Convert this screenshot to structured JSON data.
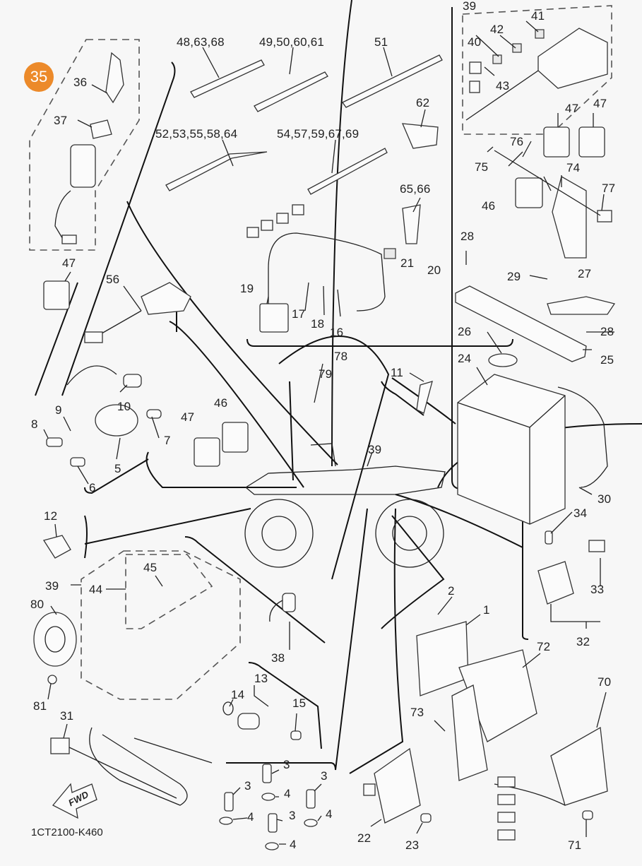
{
  "diagram": {
    "title_code": "1CT2100-K460",
    "highlight_badge": {
      "label": "35",
      "color": "#ec8a2a"
    },
    "direction_arrow": "FWD",
    "callouts": [
      {
        "id": "c36",
        "label": "36",
        "part": "main-switch-key"
      },
      {
        "id": "c37",
        "label": "37",
        "part": "nut"
      },
      {
        "id": "c47a",
        "label": "47",
        "part": "relay"
      },
      {
        "id": "c48",
        "label": "48,63,68",
        "part": "cable-tie"
      },
      {
        "id": "c49",
        "label": "49,50,60,61",
        "part": "cable-tie"
      },
      {
        "id": "c51",
        "label": "51",
        "part": "cable-tie-long"
      },
      {
        "id": "c52",
        "label": "52,53,55,58,64",
        "part": "cable-tie-clip"
      },
      {
        "id": "c54",
        "label": "54,57,59,67,69",
        "part": "cable-tie-holder"
      },
      {
        "id": "c62",
        "label": "62",
        "part": "clamp"
      },
      {
        "id": "c6566",
        "label": "65,66",
        "part": "clamp"
      },
      {
        "id": "c19",
        "label": "19",
        "part": "ignition-coil"
      },
      {
        "id": "c17",
        "label": "17",
        "part": "bracket"
      },
      {
        "id": "c18",
        "label": "18",
        "part": "washer"
      },
      {
        "id": "c16",
        "label": "16",
        "part": "bolt"
      },
      {
        "id": "c21",
        "label": "21",
        "part": "fuse"
      },
      {
        "id": "c20",
        "label": "20",
        "part": "fuse-holder-assy"
      },
      {
        "id": "c39a",
        "label": "39",
        "part": "wire-harness"
      },
      {
        "id": "c41",
        "label": "41",
        "part": "fuse"
      },
      {
        "id": "c42",
        "label": "42",
        "part": "fuse"
      },
      {
        "id": "c40",
        "label": "40",
        "part": "fuse"
      },
      {
        "id": "c43",
        "label": "43",
        "part": "relay"
      },
      {
        "id": "c47b",
        "label": "47",
        "part": "relay"
      },
      {
        "id": "c47c",
        "label": "47",
        "part": "relay"
      },
      {
        "id": "c76",
        "label": "76",
        "part": "band"
      },
      {
        "id": "c75",
        "label": "75",
        "part": "screw"
      },
      {
        "id": "c74",
        "label": "74",
        "part": "bracket"
      },
      {
        "id": "c46a",
        "label": "46",
        "part": "relay"
      },
      {
        "id": "c77",
        "label": "77",
        "part": "coupler"
      },
      {
        "id": "c28a",
        "label": "28",
        "part": "bolt"
      },
      {
        "id": "c29",
        "label": "29",
        "part": "screw"
      },
      {
        "id": "c27",
        "label": "27",
        "part": "cover"
      },
      {
        "id": "c28b",
        "label": "28",
        "part": "bolt"
      },
      {
        "id": "c26",
        "label": "26",
        "part": "cap"
      },
      {
        "id": "c25",
        "label": "25",
        "part": "battery-band"
      },
      {
        "id": "c24",
        "label": "24",
        "part": "battery"
      },
      {
        "id": "c30",
        "label": "30",
        "part": "battery-cable"
      },
      {
        "id": "c56",
        "label": "56",
        "part": "indicator-light"
      },
      {
        "id": "c78",
        "label": "78",
        "part": "lead"
      },
      {
        "id": "c79",
        "label": "79",
        "part": "cap"
      },
      {
        "id": "c11",
        "label": "11",
        "part": "glow-plug"
      },
      {
        "id": "c10",
        "label": "10",
        "part": "cap"
      },
      {
        "id": "c9",
        "label": "9",
        "part": "washer"
      },
      {
        "id": "c8",
        "label": "8",
        "part": "bolt"
      },
      {
        "id": "c7",
        "label": "7",
        "part": "collar"
      },
      {
        "id": "c5",
        "label": "5",
        "part": "ignition-coil"
      },
      {
        "id": "c6",
        "label": "6",
        "part": "bolt"
      },
      {
        "id": "c47d",
        "label": "47",
        "part": "relay"
      },
      {
        "id": "c46b",
        "label": "46",
        "part": "relay"
      },
      {
        "id": "c39b",
        "label": "39",
        "part": "wire-harness"
      },
      {
        "id": "c12",
        "label": "12",
        "part": "neutral-switch"
      },
      {
        "id": "c34",
        "label": "34",
        "part": "bolt"
      },
      {
        "id": "c33",
        "label": "33",
        "part": "fuse"
      },
      {
        "id": "c32",
        "label": "32",
        "part": "starter-relay-assy"
      },
      {
        "id": "c45",
        "label": "45",
        "part": "connector"
      },
      {
        "id": "c39c",
        "label": "39",
        "part": "wire-harness"
      },
      {
        "id": "c44",
        "label": "44",
        "part": "sub-lead"
      },
      {
        "id": "c80",
        "label": "80",
        "part": "horn"
      },
      {
        "id": "c81",
        "label": "81",
        "part": "bolt"
      },
      {
        "id": "c38",
        "label": "38",
        "part": "brake-switch"
      },
      {
        "id": "c2",
        "label": "2",
        "part": "screw"
      },
      {
        "id": "c1",
        "label": "1",
        "part": "cdi-unit"
      },
      {
        "id": "c72",
        "label": "72",
        "part": "bracket"
      },
      {
        "id": "c70",
        "label": "70",
        "part": "ecu"
      },
      {
        "id": "c13",
        "label": "13",
        "part": "speed-sensor"
      },
      {
        "id": "c14",
        "label": "14",
        "part": "o-ring"
      },
      {
        "id": "c15",
        "label": "15",
        "part": "bolt"
      },
      {
        "id": "c73",
        "label": "73",
        "part": "bolt"
      },
      {
        "id": "c31",
        "label": "31",
        "part": "wire-lead"
      },
      {
        "id": "c3a",
        "label": "3",
        "part": "sensor"
      },
      {
        "id": "c3b",
        "label": "3",
        "part": "sensor"
      },
      {
        "id": "c3c",
        "label": "3",
        "part": "sensor"
      },
      {
        "id": "c3d",
        "label": "3",
        "part": "sensor"
      },
      {
        "id": "c4a",
        "label": "4",
        "part": "gasket"
      },
      {
        "id": "c4b",
        "label": "4",
        "part": "gasket"
      },
      {
        "id": "c4c",
        "label": "4",
        "part": "gasket"
      },
      {
        "id": "c4d",
        "label": "4",
        "part": "gasket"
      },
      {
        "id": "c22",
        "label": "22",
        "part": "rectifier-regulator"
      },
      {
        "id": "c23",
        "label": "23",
        "part": "bolt"
      },
      {
        "id": "c71",
        "label": "71",
        "part": "bolt"
      }
    ]
  }
}
